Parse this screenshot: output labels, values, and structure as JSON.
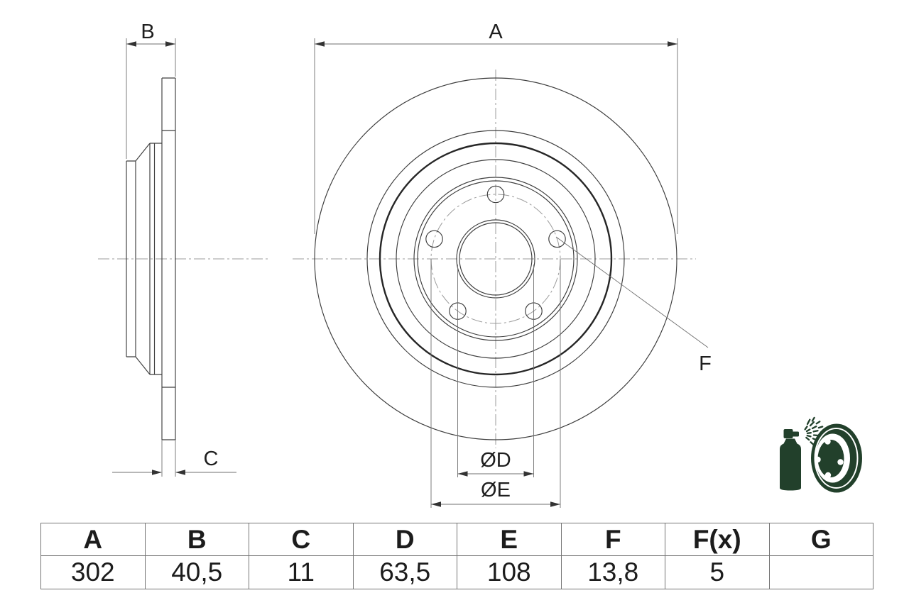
{
  "drawing": {
    "dim_labels": {
      "a": "A",
      "b": "B",
      "c": "C",
      "d": "ØD",
      "e": "ØE",
      "f": "F"
    }
  },
  "spec_table": {
    "headers": [
      "A",
      "B",
      "C",
      "D",
      "E",
      "F",
      "F(x)",
      "G"
    ],
    "values": [
      "302",
      "40,5",
      "11",
      "63,5",
      "108",
      "13,8",
      "5",
      ""
    ]
  },
  "icon": {
    "name": "spray-coated-brake-disc",
    "color": "#22402b"
  },
  "colors": {
    "background": "#ffffff",
    "outline": "#3d3d3d",
    "dimension": "#6f6f6f",
    "centerline": "#9b9b9b",
    "text": "#1f1f1f",
    "table_border": "#757575"
  }
}
